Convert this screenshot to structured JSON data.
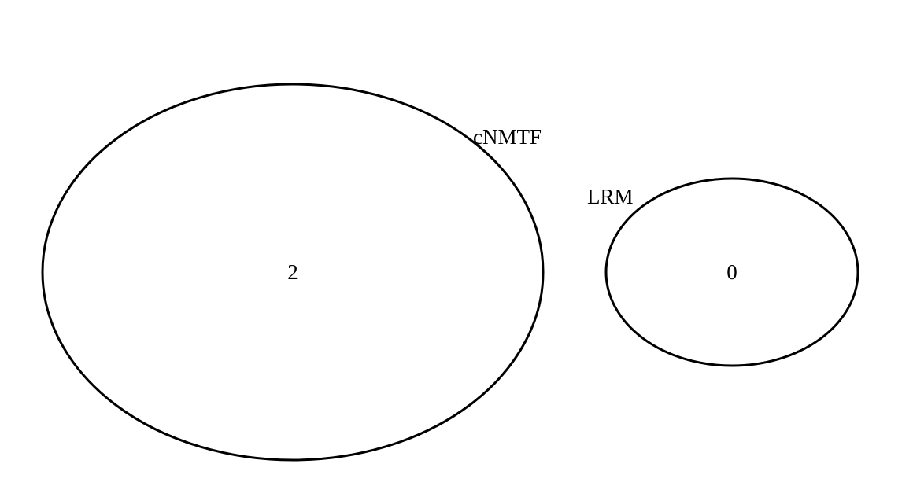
{
  "venn": {
    "sets": [
      {
        "name": "cNMTF",
        "count": "2"
      },
      {
        "name": "LRM",
        "count": "0"
      }
    ]
  },
  "colors": {
    "stroke": "#000000",
    "background": "#ffffff"
  }
}
